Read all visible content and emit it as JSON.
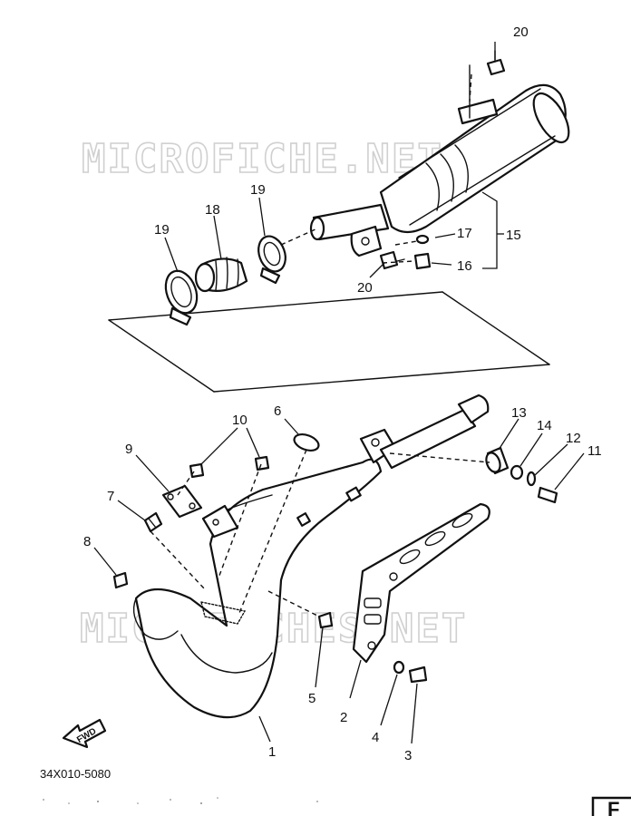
{
  "watermarks": [
    "MICROFICHE.NET",
    "MICROFICHES.NET"
  ],
  "callouts": {
    "c1": "1",
    "c2": "2",
    "c3": "3",
    "c4": "4",
    "c5": "5",
    "c6": "6",
    "c7": "7",
    "c8": "8",
    "c9": "9",
    "c10": "10",
    "c11": "11",
    "c12": "12",
    "c13": "13",
    "c14": "14",
    "c15": "15",
    "c16": "16",
    "c17": "17",
    "c18": "18",
    "c19a": "19",
    "c19b": "19",
    "c20a": "20",
    "c20b": "20"
  },
  "fwd_label": "FWD",
  "drawing_code": "34X010-5080",
  "corner_mark": "F"
}
